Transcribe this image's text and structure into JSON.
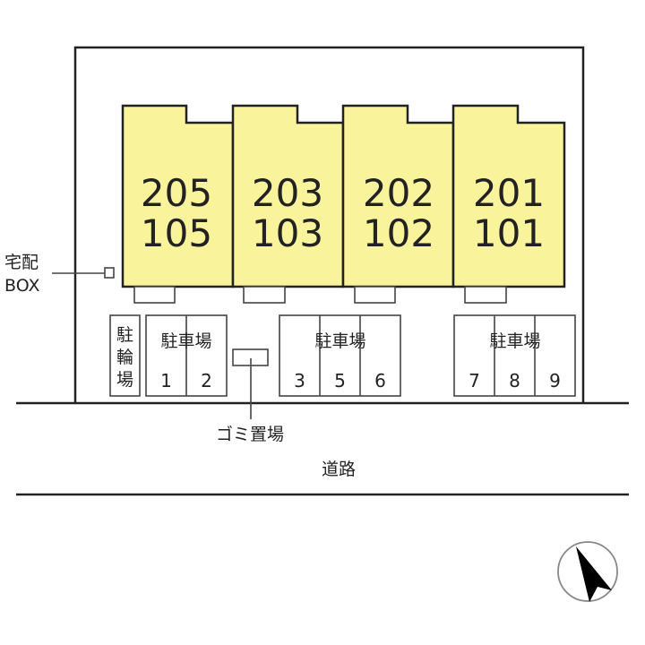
{
  "units": [
    {
      "upper": "205",
      "lower": "105"
    },
    {
      "upper": "203",
      "lower": "103"
    },
    {
      "upper": "202",
      "lower": "102"
    },
    {
      "upper": "201",
      "lower": "101"
    }
  ],
  "delivery_box": {
    "line1": "宅配",
    "line2": "BOX"
  },
  "bicycle_parking": {
    "c1": "駐",
    "c2": "輪",
    "c3": "場"
  },
  "parking": [
    {
      "label": "駐車場",
      "spaces": [
        "1",
        "2"
      ]
    },
    {
      "label": "駐車場",
      "spaces": [
        "3",
        "5",
        "6"
      ]
    },
    {
      "label": "駐車場",
      "spaces": [
        "7",
        "8",
        "9"
      ]
    }
  ],
  "garbage_area": "ゴミ置場",
  "road": "道路",
  "colors": {
    "building": "#f9f39c",
    "line": "#222222"
  }
}
